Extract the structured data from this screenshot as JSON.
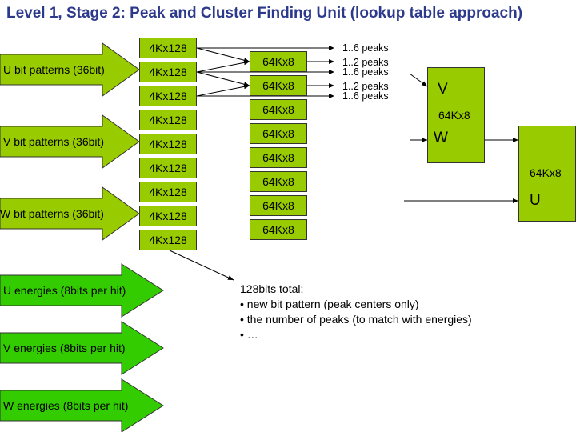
{
  "title": "Level 1, Stage 2: Peak and Cluster Finding Unit (lookup table approach)",
  "input_arrows": [
    {
      "label": "U bit patterns (36bit)",
      "color": "#99cc00"
    },
    {
      "label": "V bit patterns (36bit)",
      "color": "#99cc00"
    },
    {
      "label": "W bit patterns (36bit)",
      "color": "#99cc00"
    }
  ],
  "energy_arrows": [
    {
      "label": "U energies (8bits per hit)",
      "color": "#33cc00"
    },
    {
      "label": "V energies (8bits per hit)",
      "color": "#33cc00"
    },
    {
      "label": "W energies (8bits per hit)",
      "color": "#33cc00"
    }
  ],
  "lut_4k": [
    "4Kx128",
    "4Kx128",
    "4Kx128",
    "4Kx128",
    "4Kx128",
    "4Kx128",
    "4Kx128",
    "4Kx128",
    "4Kx128"
  ],
  "lut_64k": [
    "64Kx8",
    "64Kx8",
    "64Kx8",
    "64Kx8",
    "64Kx8",
    "64Kx8",
    "64Kx8",
    "64Kx8"
  ],
  "outputs": [
    "1..6 peaks",
    "1..2 peaks",
    "1..6 peaks",
    "1..2 peaks",
    "1..6 peaks"
  ],
  "vw_unit": {
    "v": "V",
    "size": "64Kx8",
    "w": "W"
  },
  "u_unit": {
    "size": "64Kx8",
    "u": "U"
  },
  "notes": {
    "header": "128bits total:",
    "items": [
      "• new bit pattern (peak centers only)",
      "• the number of peaks (to match with energies)",
      "• …"
    ]
  }
}
